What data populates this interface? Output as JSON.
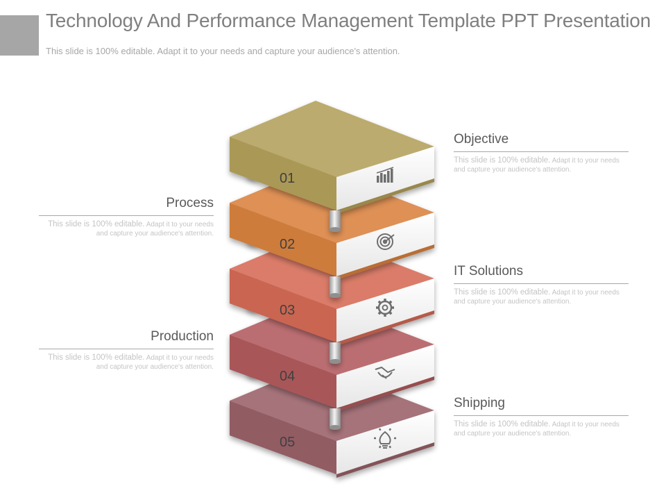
{
  "header": {
    "title": "Technology And Performance Management Template PPT Presentation",
    "subtitle": "This slide is 100% editable. Adapt it to your needs and capture your audience's attention."
  },
  "placeholder_text": {
    "lead": "This slide is 100% editable.",
    "rest": "Adapt it to your needs and capture your audience's attention."
  },
  "labels": {
    "objective": "Objective",
    "process": "Process",
    "it_solutions": "IT Solutions",
    "production": "Production",
    "shipping": "Shipping"
  },
  "layers": [
    {
      "number": "01",
      "icon": "bar-chart-icon",
      "color": "#b3a05a"
    },
    {
      "number": "02",
      "icon": "target-icon",
      "color": "#d9813e"
    },
    {
      "number": "03",
      "icon": "gear-icon",
      "color": "#d56a55"
    },
    {
      "number": "04",
      "icon": "handshake-icon",
      "color": "#b25a5e"
    },
    {
      "number": "05",
      "icon": "lightbulb-gear-icon",
      "color": "#9a6068"
    }
  ]
}
